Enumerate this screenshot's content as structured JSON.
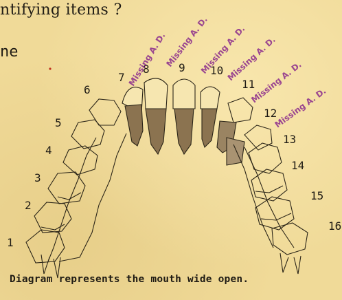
{
  "header_text": "ntifying items ?",
  "answer_text": "ne",
  "caption": "Diagram represents the mouth wide open.",
  "tooth_numbers": [
    "1",
    "2",
    "3",
    "4",
    "5",
    "6",
    "7",
    "8",
    "9",
    "10",
    "11",
    "12",
    "13",
    "14",
    "15",
    "16"
  ],
  "stamp_text": "Missing A. D."
}
